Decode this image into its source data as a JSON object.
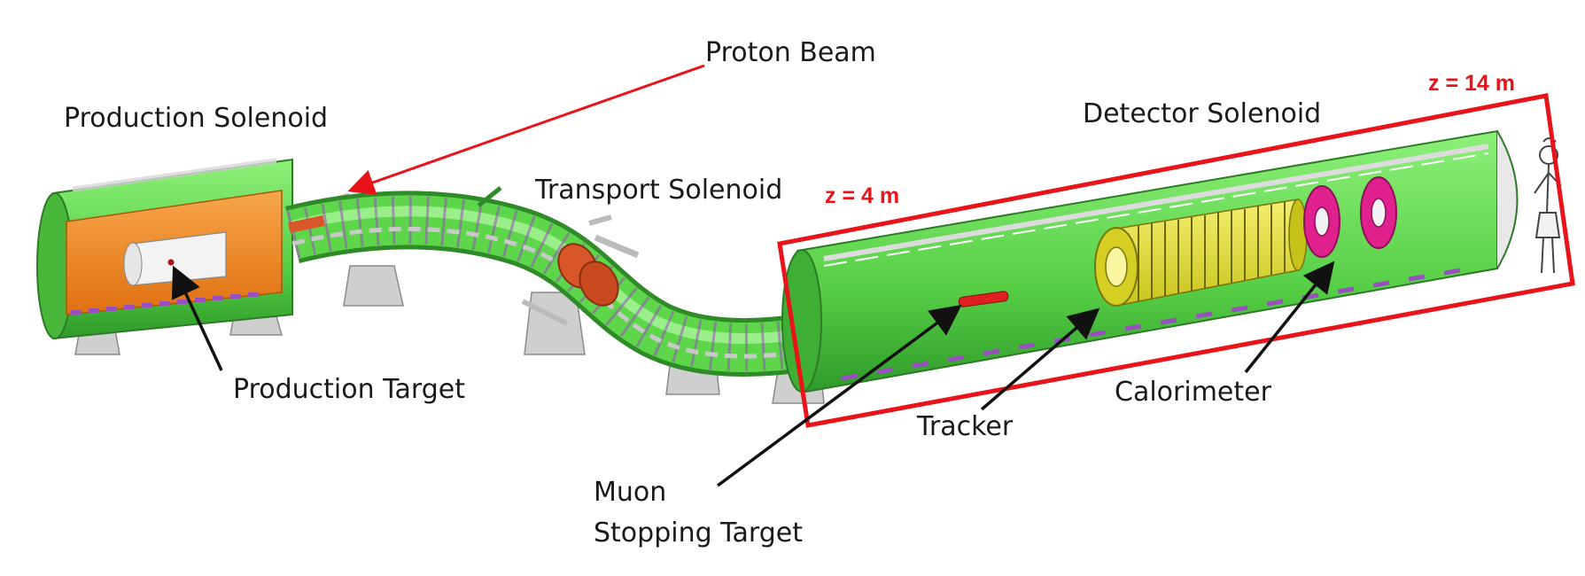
{
  "labels": {
    "proton_beam": "Proton Beam",
    "production_solenoid": "Production Solenoid",
    "transport_solenoid": "Transport Solenoid",
    "detector_solenoid": "Detector Solenoid",
    "production_target": "Production Target",
    "tracker": "Tracker",
    "calorimeter": "Calorimeter",
    "muon_line1": "Muon",
    "muon_line2": "Stopping Target"
  },
  "annotations": {
    "z_start": "z = 4 m",
    "z_end": "z = 14 m"
  },
  "colors": {
    "solenoid_green": "#5ed64a",
    "solenoid_dark": "#2f8f2a",
    "production_orange": "#f28a1a",
    "tracker_yellow": "#e6e21c",
    "calorimeter_pink": "#e0208c",
    "coil_purple": "#9a4fc0",
    "annotation_red": "#e8141a",
    "arrow_black": "#111111"
  }
}
